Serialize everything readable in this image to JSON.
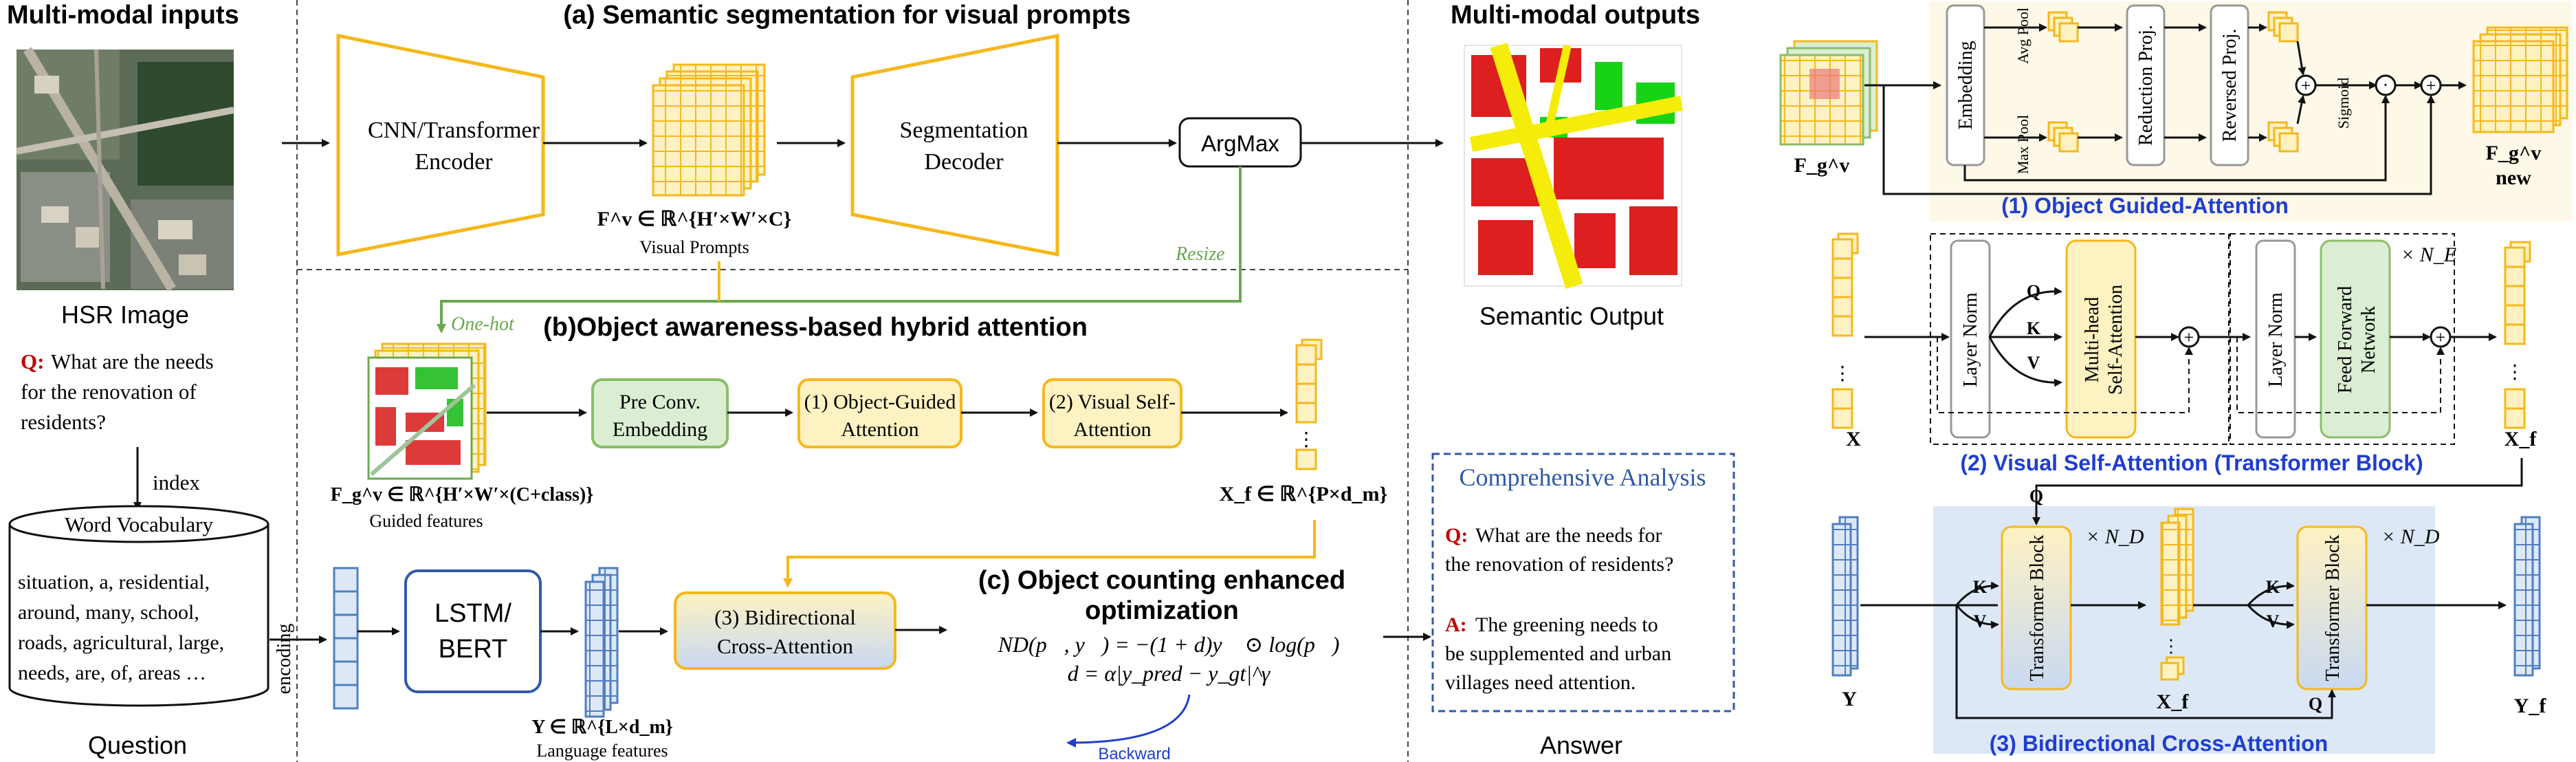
{
  "colors": {
    "encoder_stroke": "#f5b81c",
    "fill_yellow": "#fff2c2",
    "fill_green": "#dbeed3",
    "stroke_green": "#8bbd6a",
    "fill_blue": "#dde8f6",
    "stroke_blue": "#4f7fc1",
    "link_blue": "#1f3ecf",
    "resize_green": "#6aa84f",
    "question_red": "#c00000"
  },
  "left_column": {
    "title": "Multi-modal inputs",
    "image_caption": "HSR Image",
    "question_q": "Q:",
    "question_text_lines": [
      "What are the needs",
      "for the renovation of",
      "residents?"
    ],
    "index_label": "index",
    "vocab_title": "Word Vocabulary",
    "vocab_lines": [
      "situation, a, residential,",
      "around, many, school,",
      "roads, agricultural, large,",
      "needs, are, of, areas …"
    ],
    "encoding_label": "encoding",
    "question_caption": "Question"
  },
  "section_a": {
    "title": "(a) Semantic segmentation for visual prompts",
    "encoder_lines": [
      "CNN/Transformer",
      "Encoder"
    ],
    "decoder_lines": [
      "Segmentation",
      "Decoder"
    ],
    "argmax": "ArgMax",
    "fv_formula": "F^v ∈ ℝ^{H′×W′×C}",
    "visual_prompts": "Visual Prompts",
    "resize": "Resize"
  },
  "section_b": {
    "title": "(b)Object awareness-based hybrid attention",
    "one_hot": "One-hot",
    "pre_conv_lines": [
      "Pre Conv.",
      "Embedding"
    ],
    "oga_lines": [
      "(1) Object-Guided",
      "Attention"
    ],
    "vsa_lines": [
      "(2) Visual Self-",
      "Attention"
    ],
    "fg_formula": "F_g^v ∈ ℝ^{H′×W′×(C+class)}",
    "guided_features": "Guided features",
    "xf_formula": "X_f ∈ ℝ^{P×d_m}"
  },
  "section_c": {
    "title_lines": [
      "(c) Object counting enhanced",
      "optimization"
    ],
    "lstm_lines": [
      "LSTM/",
      "BERT"
    ],
    "bca_lines": [
      "(3) Bidirectional",
      "Cross-Attention"
    ],
    "y_formula": "Y ∈ ℝ^{L×d_m}",
    "language_features": "Language features",
    "nd_formula": "ND(p⃗, y⃗) = −(1 + d)y⃗ ⊙ log(p⃗)",
    "d_formula": "d = α|y_pred − y_gt|^γ",
    "backward": "Backward"
  },
  "outputs": {
    "title": "Multi-modal outputs",
    "semantic_caption": "Semantic Output",
    "analysis_title": "Comprehensive Analysis",
    "q_label": "Q:",
    "q_lines": [
      "What are the needs for",
      "the renovation of residents?"
    ],
    "a_label": "A:",
    "a_lines": [
      "The greening needs to",
      "be supplemented and urban",
      "villages need attention."
    ],
    "answer_caption": "Answer"
  },
  "right_panel": {
    "oga": {
      "caption": "(1) Object Guided-Attention",
      "embedding": "Embedding",
      "avg_pool": "Avg Pool",
      "max_pool": "Max Pool",
      "reduction": "Reduction Proj.",
      "reversed": "Reversed Proj.",
      "sigmoid": "Sigmoid",
      "fg_in": "F_g^v",
      "fg_out": "F_g^v",
      "fg_out_sub": "new"
    },
    "vsa": {
      "caption": "(2) Visual Self-Attention (Transformer Block)",
      "layer_norm": "Layer Norm",
      "mhsa_lines": [
        "Multi-head",
        "Self-Attention"
      ],
      "ffn_lines": [
        "Feed Forward",
        "Network"
      ],
      "q": "Q",
      "k": "K",
      "v": "V",
      "x_label": "X",
      "xf_label": "X_f",
      "ne": "× N_E"
    },
    "bca": {
      "caption": "(3) Bidirectional Cross-Attention",
      "tb_label": "Transformer Block",
      "q": "Q",
      "k": "K",
      "v": "V",
      "nd": "× N_D",
      "y_label": "Y",
      "yf_label": "Y_f",
      "xf_label": "X_f"
    }
  }
}
